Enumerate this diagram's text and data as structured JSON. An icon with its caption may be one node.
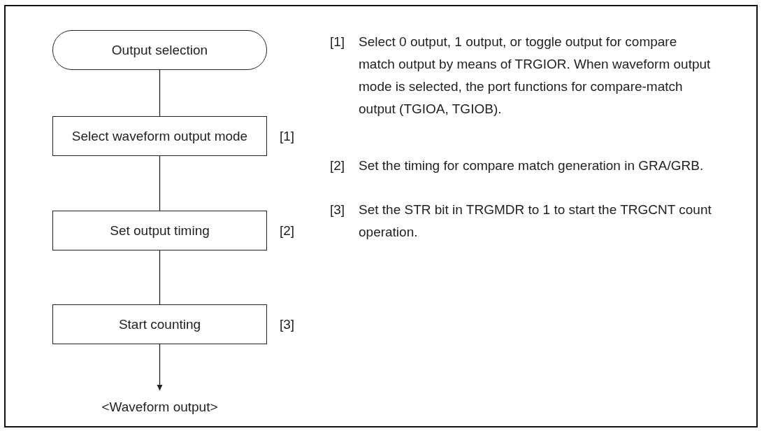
{
  "diagram": {
    "nodes": [
      {
        "text": [
          "Output selection"
        ]
      },
      {
        "text": [
          "Select waveform output mode"
        ],
        "beside": [
          "[1]"
        ]
      },
      {
        "text": [
          "Set output timing"
        ],
        "beside": [
          "[2]"
        ]
      },
      {
        "text": [
          "Start counting"
        ],
        "beside": [
          "[3]"
        ]
      },
      {
        "text": [
          "<Waveform output>"
        ]
      }
    ],
    "edges": [
      {
        "from": 0,
        "to": 1,
        "arrow": "none"
      },
      {
        "from": 1,
        "to": 2,
        "arrow": "none"
      },
      {
        "from": 2,
        "to": 3,
        "arrow": "none"
      },
      {
        "from": 3,
        "to": 4,
        "arrow": "to"
      }
    ],
    "labels": [
      "[1]",
      "Select 0 output, 1 output, or toggle output for compare match output by means of TRGIOR. When waveform output mode is selected, the port functions for compare-match output (TGIOA, TGIOB).",
      "[2]",
      "Set the timing for compare match generation in GRA/GRB.",
      "[3]",
      "Set the STR bit in TRGMDR to 1 to start the TRGCNT count operation."
    ]
  }
}
